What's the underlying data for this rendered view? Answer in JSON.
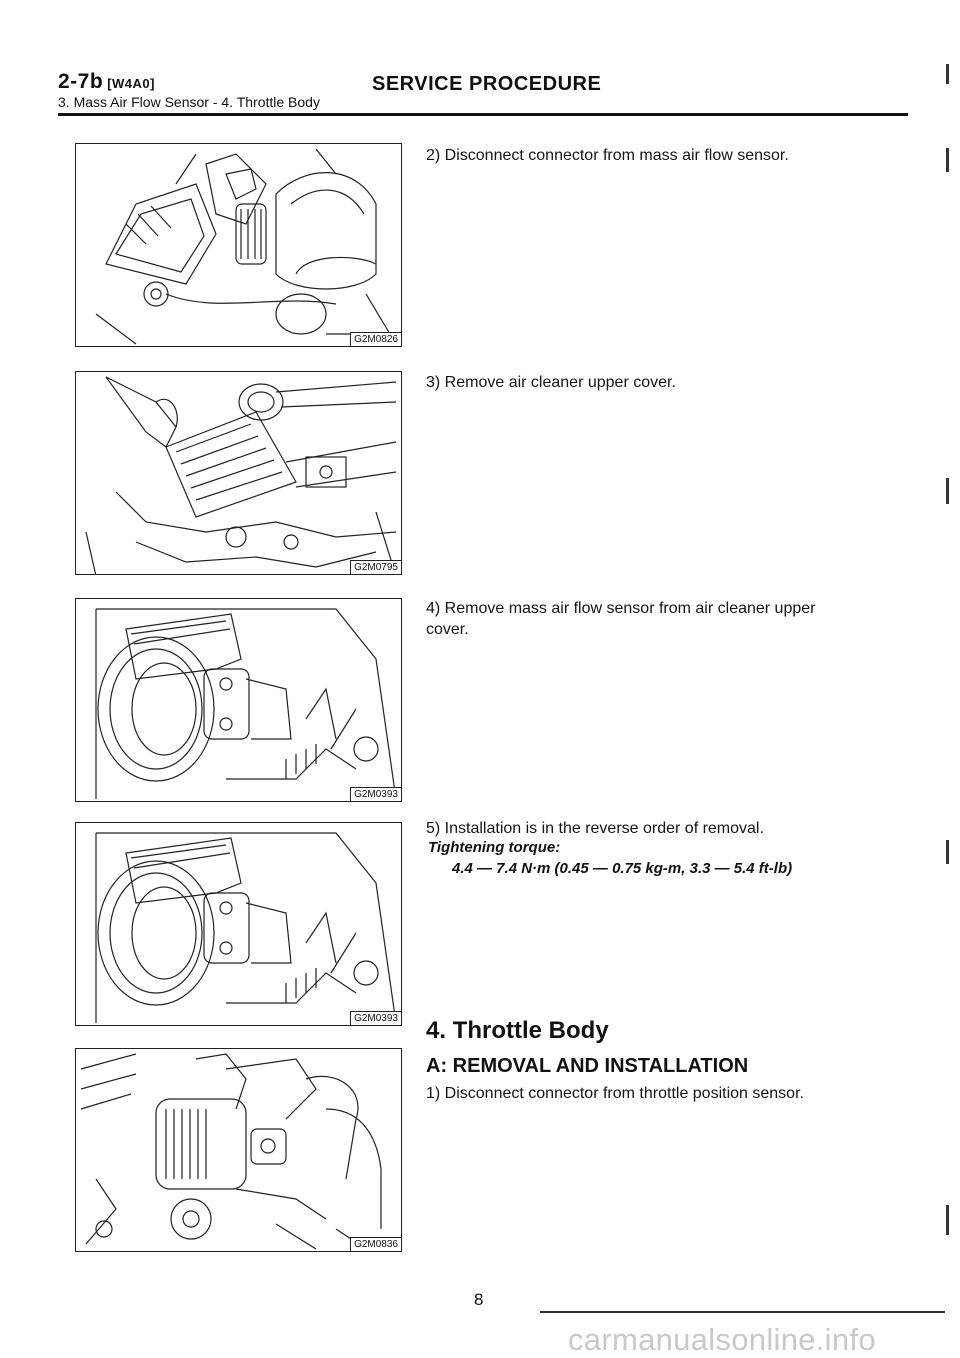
{
  "header": {
    "page_code": "2-7b",
    "page_tag": "[W4A0]",
    "section_title": "SERVICE PROCEDURE",
    "breadcrumb": "3. Mass Air Flow Sensor - 4. Throttle Body"
  },
  "figures": [
    {
      "code": "G2M0826"
    },
    {
      "code": "G2M0795"
    },
    {
      "code": "G2M0393"
    },
    {
      "code": "G2M0393"
    },
    {
      "code": "G2M0836"
    }
  ],
  "steps": {
    "s2": "2) Disconnect connector from mass air flow sensor.",
    "s3": "3) Remove air cleaner upper cover.",
    "s4_line1": "4) Remove mass air flow sensor from air cleaner upper",
    "s4_line2": "cover.",
    "s5": "5) Installation is in the reverse order of removal.",
    "torque_label": "Tightening torque:",
    "torque_value": "4.4 — 7.4 N·m (0.45 — 0.75 kg-m, 3.3 — 5.4 ft-lb)"
  },
  "section4": {
    "heading": "4. Throttle Body",
    "subheading": "A: REMOVAL AND INSTALLATION",
    "step1": "1) Disconnect connector from throttle position sensor."
  },
  "footer": {
    "page_number": "8",
    "watermark": "carmanualsonline.info"
  }
}
